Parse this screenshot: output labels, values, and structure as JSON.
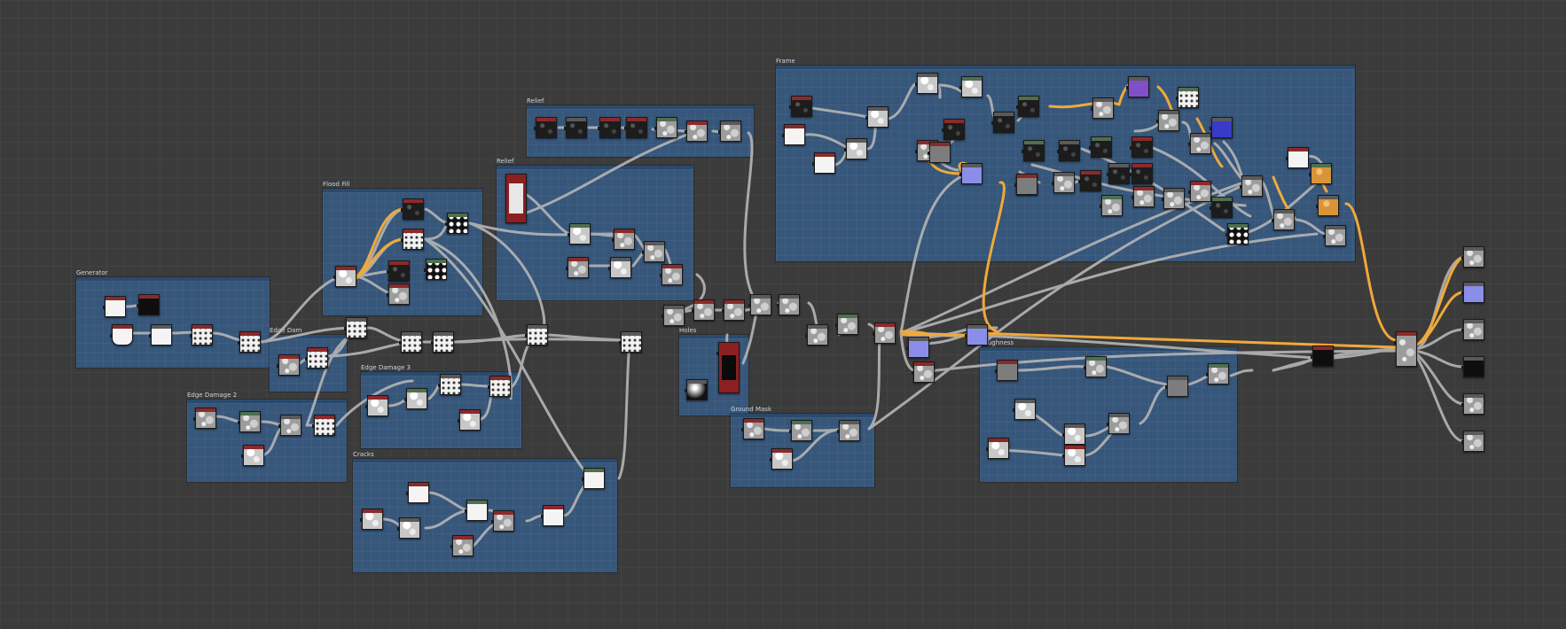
{
  "app": {
    "canvas_background": "#3b3b3b",
    "frame_color": "#36567a",
    "wire_color": "#b5b5b5",
    "highlight_wire_color": "#f0a93a"
  },
  "frames": [
    {
      "id": "generator",
      "title": "Generator"
    },
    {
      "id": "edge-damage-1",
      "title": "Edge Dam"
    },
    {
      "id": "edge-damage-2",
      "title": "Edge Damage 2"
    },
    {
      "id": "edge-damage-3",
      "title": "Edge Damage 3"
    },
    {
      "id": "cracks",
      "title": "Cracks"
    },
    {
      "id": "flood-fill",
      "title": "Flood Fill"
    },
    {
      "id": "relief-top",
      "title": "Relief"
    },
    {
      "id": "relief",
      "title": "Relief"
    },
    {
      "id": "holes",
      "title": "Holes"
    },
    {
      "id": "ground-mask",
      "title": "Ground Mask"
    },
    {
      "id": "frame",
      "title": "Frame"
    },
    {
      "id": "roughness",
      "title": "Roughness"
    }
  ],
  "node_tint_names": [
    "noise",
    "white",
    "black",
    "dark",
    "dots",
    "pattern",
    "lightnoise",
    "gray",
    "lavender",
    "purple",
    "blue",
    "orange",
    "sphere"
  ]
}
